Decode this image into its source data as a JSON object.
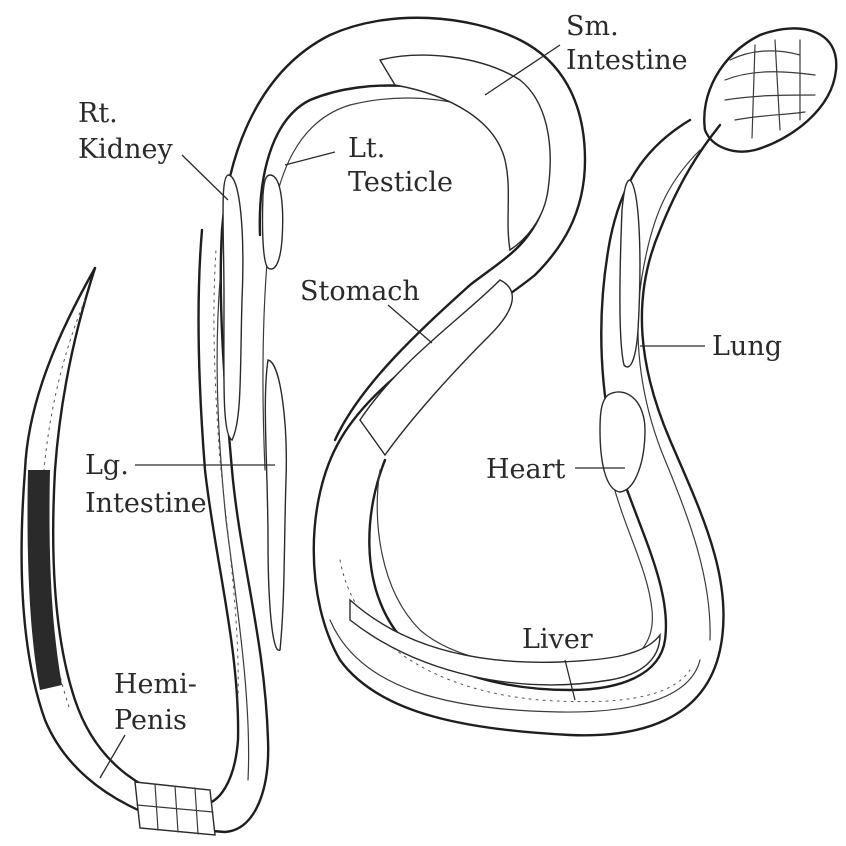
{
  "labels": {
    "sm_intestine": [
      "Sm.",
      "Intestine"
    ],
    "rt_kidney": [
      "Rt.",
      "Kidney"
    ],
    "lt_testicle": [
      "Lt.",
      "Testicle"
    ],
    "stomach": [
      "Stomach"
    ],
    "lung": [
      "Lung"
    ],
    "lg_intestine": [
      "Lg.",
      "Intestine"
    ],
    "heart": [
      "Heart"
    ],
    "liver": [
      "Liver"
    ],
    "hemi_penis": [
      "Hemi-",
      "Penis"
    ]
  },
  "colors": {
    "ink": "#1e1e1e",
    "background": "#ffffff"
  }
}
